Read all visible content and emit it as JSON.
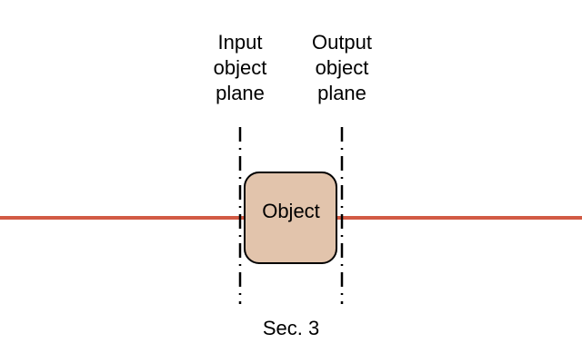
{
  "diagram": {
    "input_plane_label": "Input\nobject\nplane",
    "output_plane_label": "Output\nobject\nplane",
    "object_label": "Object",
    "section_label": "Sec. 3"
  },
  "colors": {
    "beam": "#d25a44",
    "object_fill": "#e2c4ac",
    "object_stroke": "#000000",
    "plane_line": "#000000"
  }
}
